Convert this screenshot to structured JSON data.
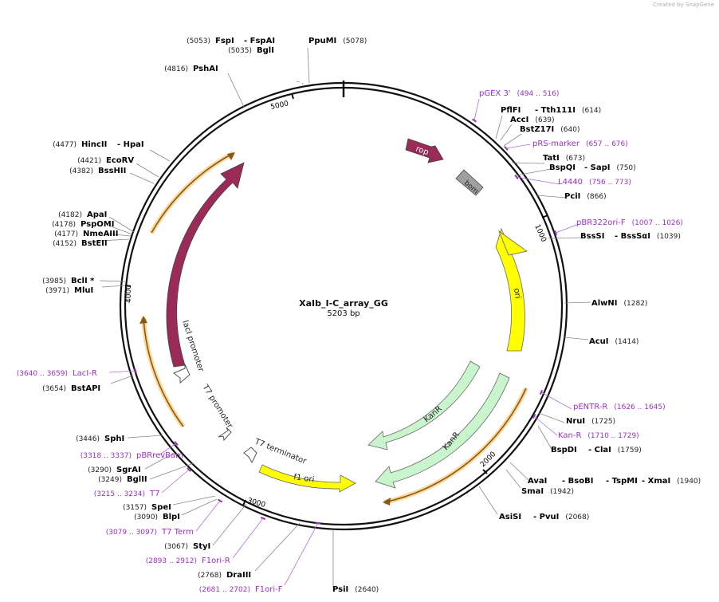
{
  "credit": "Created by SnapGene",
  "plasmid": {
    "name": "XaIb_I-C_array_GG",
    "size": "5203 bp"
  },
  "colors": {
    "enzyme": "#000000",
    "primer": "#9b30c9",
    "rop": "#9a2a58",
    "lacI": "#9a2a58",
    "ori": "#ffff00",
    "kanR": "#c8f5cc",
    "f1ori": "#ffff00",
    "bom": "#a0a0a0",
    "promoter": "#ffffff",
    "orange_hl": "#f5a623"
  },
  "ticks": [
    "1000",
    "2000",
    "3000",
    "4000",
    "5000"
  ],
  "features": [
    {
      "id": "rop",
      "label": "rop"
    },
    {
      "id": "bom",
      "label": "bom"
    },
    {
      "id": "ori",
      "label": "ori"
    },
    {
      "id": "kan1",
      "label": "KanR"
    },
    {
      "id": "kan2",
      "label": "KanR"
    },
    {
      "id": "f1",
      "label": "f1 ori"
    },
    {
      "id": "t7term",
      "label": "T7 terminator"
    },
    {
      "id": "t7prom",
      "label": "T7 promoter"
    },
    {
      "id": "lacprom",
      "label": "lacI promoter"
    },
    {
      "id": "laci",
      "label": "lacI"
    }
  ],
  "labels": [
    {
      "k": "e",
      "name": "FspI",
      "pos": "(5053)"
    },
    {
      "k": "e",
      "name": "- FspAI",
      "pos": ""
    },
    {
      "k": "e",
      "name": "BglI",
      "pos": "(5035)"
    },
    {
      "k": "e",
      "name": "PpuMI",
      "pos": "(5078)"
    },
    {
      "k": "e",
      "name": "PshAI",
      "pos": "(4816)"
    },
    {
      "k": "e",
      "name": "HincII",
      "pos": "(4477)"
    },
    {
      "k": "e",
      "name": "- HpaI",
      "pos": ""
    },
    {
      "k": "e",
      "name": "EcoRV",
      "pos": "(4421)"
    },
    {
      "k": "e",
      "name": "BssHII",
      "pos": "(4382)"
    },
    {
      "k": "e",
      "name": "ApaI",
      "pos": "(4182)"
    },
    {
      "k": "e",
      "name": "PspOMI",
      "pos": "(4178)"
    },
    {
      "k": "e",
      "name": "NmeAIII",
      "pos": "(4177)"
    },
    {
      "k": "e",
      "name": "BstEII",
      "pos": "(4152)"
    },
    {
      "k": "e",
      "name": "BclI *",
      "pos": "(3985)"
    },
    {
      "k": "e",
      "name": "MluI",
      "pos": "(3971)"
    },
    {
      "k": "p",
      "name": "LacI-R",
      "pos": "(3640 .. 3659)"
    },
    {
      "k": "e",
      "name": "BstAPI",
      "pos": "(3654)"
    },
    {
      "k": "e",
      "name": "SphI",
      "pos": "(3446)"
    },
    {
      "k": "p",
      "name": "pBRrevBam",
      "pos": "(3318 .. 3337)"
    },
    {
      "k": "e",
      "name": "SgrAI",
      "pos": "(3290)"
    },
    {
      "k": "e",
      "name": "BglII",
      "pos": "(3249)"
    },
    {
      "k": "p",
      "name": "T7",
      "pos": "(3215 .. 3234)"
    },
    {
      "k": "e",
      "name": "SpeI",
      "pos": "(3157)"
    },
    {
      "k": "e",
      "name": "BlpI",
      "pos": "(3090)"
    },
    {
      "k": "p",
      "name": "T7 Term",
      "pos": "(3079 .. 3097)"
    },
    {
      "k": "e",
      "name": "StyI",
      "pos": "(3067)"
    },
    {
      "k": "p",
      "name": "F1ori-R",
      "pos": "(2893 .. 2912)"
    },
    {
      "k": "e",
      "name": "DraIII",
      "pos": "(2768)"
    },
    {
      "k": "p",
      "name": "F1ori-F",
      "pos": "(2681 .. 2702)"
    },
    {
      "k": "e",
      "name": "PsiI",
      "pos": "(2640)"
    },
    {
      "k": "p",
      "name": "pGEX 3'",
      "pos": "(494 .. 516)"
    },
    {
      "k": "e",
      "name": "PflFI",
      "pos": ""
    },
    {
      "k": "e",
      "name": "- Tth111I",
      "pos": "(614)"
    },
    {
      "k": "e",
      "name": "AccI",
      "pos": "(639)"
    },
    {
      "k": "e",
      "name": "BstZ17I",
      "pos": "(640)"
    },
    {
      "k": "p",
      "name": "pRS-marker",
      "pos": "(657 .. 676)"
    },
    {
      "k": "e",
      "name": "TatI",
      "pos": "(673)"
    },
    {
      "k": "e",
      "name": "BspQI",
      "pos": ""
    },
    {
      "k": "e",
      "name": "- SapI",
      "pos": "(750)"
    },
    {
      "k": "p",
      "name": "L4440",
      "pos": "(756 .. 773)"
    },
    {
      "k": "e",
      "name": "PciI",
      "pos": "(866)"
    },
    {
      "k": "p",
      "name": "pBR322ori-F",
      "pos": "(1007 .. 1026)"
    },
    {
      "k": "e",
      "name": "BssSI",
      "pos": ""
    },
    {
      "k": "e",
      "name": "- BssSαI",
      "pos": "(1039)"
    },
    {
      "k": "e",
      "name": "AlwNI",
      "pos": "(1282)"
    },
    {
      "k": "e",
      "name": "AcuI",
      "pos": "(1414)"
    },
    {
      "k": "p",
      "name": "pENTR-R",
      "pos": "(1626 .. 1645)"
    },
    {
      "k": "e",
      "name": "NruI",
      "pos": "(1725)"
    },
    {
      "k": "p",
      "name": "Kan-R",
      "pos": "(1710 .. 1729)"
    },
    {
      "k": "e",
      "name": "BspDI",
      "pos": ""
    },
    {
      "k": "e",
      "name": "- ClaI",
      "pos": "(1759)"
    },
    {
      "k": "e",
      "name": "AvaI",
      "pos": ""
    },
    {
      "k": "e",
      "name": "- BsoBI",
      "pos": ""
    },
    {
      "k": "e",
      "name": "- TspMI",
      "pos": ""
    },
    {
      "k": "e",
      "name": "- XmaI",
      "pos": "(1940)"
    },
    {
      "k": "e",
      "name": "SmaI",
      "pos": "(1942)"
    },
    {
      "k": "e",
      "name": "AsiSI",
      "pos": ""
    },
    {
      "k": "e",
      "name": "- PvuI",
      "pos": "(2068)"
    }
  ]
}
